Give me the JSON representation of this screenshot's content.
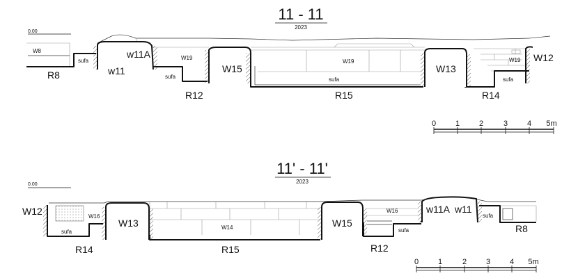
{
  "sections": [
    {
      "title": "11 - 11",
      "year": "2023",
      "datum": "0.00",
      "labels": {
        "W8": "W8",
        "sufa_a": "sufa",
        "w11A": "w11A",
        "w11": "w11",
        "R8": "R8",
        "W19_a": "W19",
        "sufa_b": "sufa",
        "R12": "R12",
        "W15": "W15",
        "W19_b": "W19",
        "sufa_c": "sufa",
        "R15": "R15",
        "W13": "W13",
        "W19_c": "W19",
        "sufa_d": "sufa",
        "W12": "W12",
        "R14": "R14"
      },
      "scale": {
        "ticks": [
          "0",
          "1",
          "2",
          "3",
          "4",
          "5m"
        ]
      }
    },
    {
      "title": "11' - 11'",
      "year": "2023",
      "datum": "0.00",
      "labels": {
        "W12": "W12",
        "sufa_a": "sufa",
        "W16_a": "W16",
        "R14": "R14",
        "W13": "W13",
        "W14": "W14",
        "R15": "R15",
        "W15": "W15",
        "W16_b": "W16",
        "sufa_b": "sufa",
        "R12": "R12",
        "w11A": "w11A",
        "w11": "w11",
        "sufa_c": "sufa",
        "R8": "R8"
      },
      "scale": {
        "ticks": [
          "0",
          "1",
          "2",
          "3",
          "4",
          "5m"
        ]
      }
    }
  ]
}
